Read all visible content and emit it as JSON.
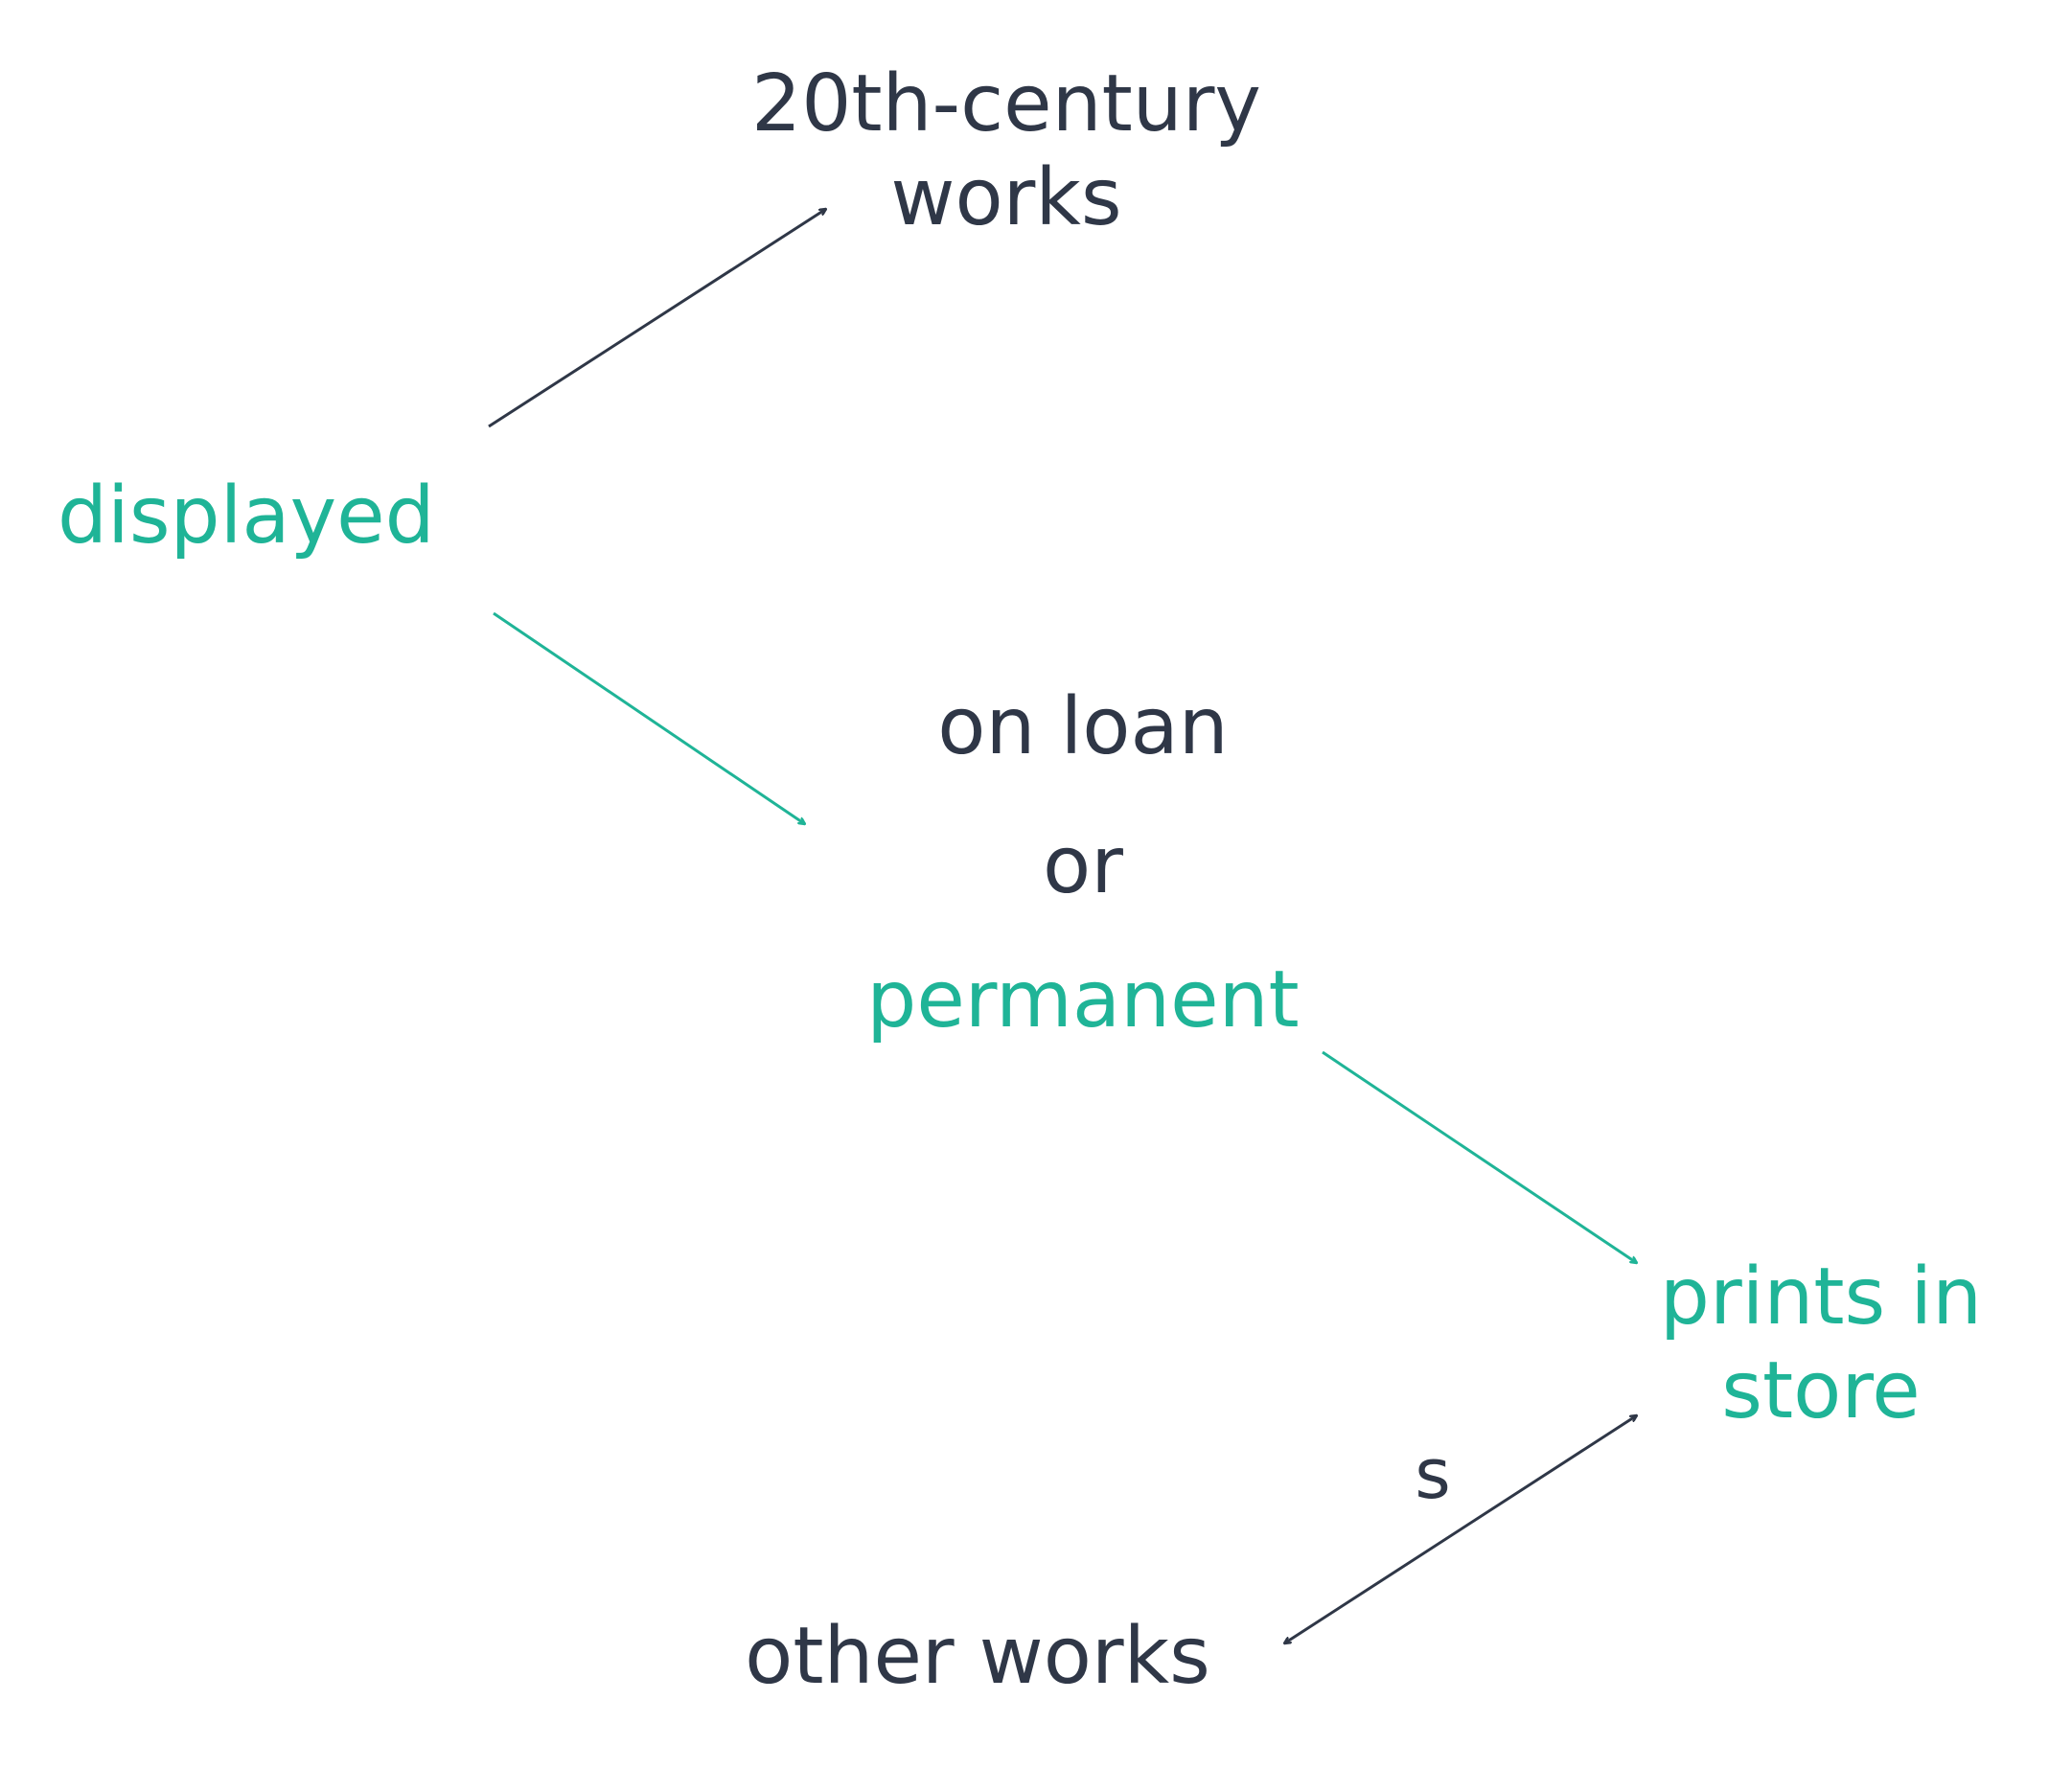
{
  "nodes": {
    "twentieth_century_line1": "20th-century",
    "twentieth_century_line2": "works",
    "displayed": "displayed",
    "on_loan": "on loan",
    "or": "or",
    "permanent": "permanent",
    "prints_line1": "prints in",
    "prints_line2": "store",
    "other_works": "other works"
  },
  "edges": {
    "s_label": "s"
  },
  "colors": {
    "dark": "#2f3747",
    "teal": "#1fb497"
  }
}
